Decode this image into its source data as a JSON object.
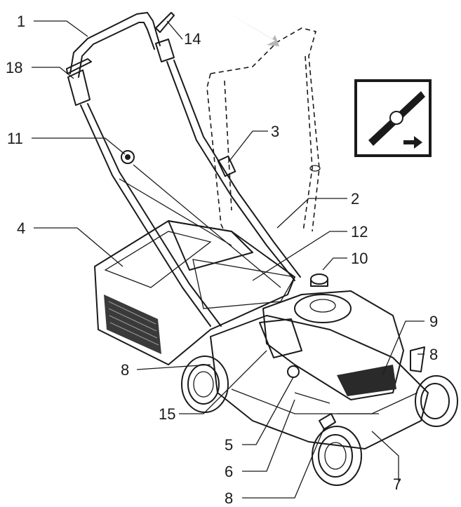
{
  "diagram": {
    "callouts": [
      {
        "id": "c1",
        "label": "1"
      },
      {
        "id": "c14",
        "label": "14"
      },
      {
        "id": "c18",
        "label": "18"
      },
      {
        "id": "c11",
        "label": "11"
      },
      {
        "id": "c3",
        "label": "3"
      },
      {
        "id": "c2",
        "label": "2"
      },
      {
        "id": "c4",
        "label": "4"
      },
      {
        "id": "c12",
        "label": "12"
      },
      {
        "id": "c10",
        "label": "10"
      },
      {
        "id": "c9",
        "label": "9"
      },
      {
        "id": "c8a",
        "label": "8"
      },
      {
        "id": "c8b",
        "label": "8"
      },
      {
        "id": "c15",
        "label": "15"
      },
      {
        "id": "c5",
        "label": "5"
      },
      {
        "id": "c6",
        "label": "6"
      },
      {
        "id": "c7",
        "label": "7"
      },
      {
        "id": "c8c",
        "label": "8"
      }
    ],
    "colors": {
      "line": "#1a1a1a",
      "grass_bag": "#8a8a8a",
      "grass_bag_dark": "#5e5e5e",
      "deck": "#f2f2f2",
      "engine_cover": "#d6d6d6",
      "tire": "#4a4a4a",
      "icon_fill": "#1a1a1a"
    },
    "icons": [
      "blade-direction-icon",
      "arrow-right-icon",
      "fold-direction-arrow-icon"
    ]
  }
}
